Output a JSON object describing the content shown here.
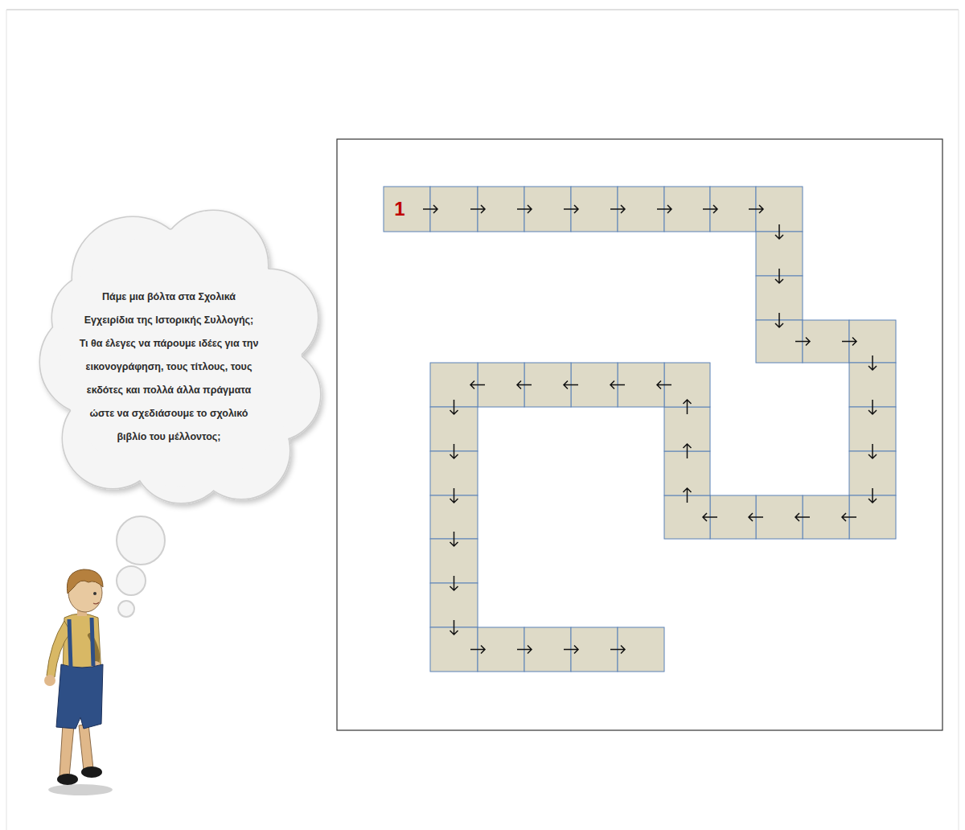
{
  "diagram": {
    "nodes": [
      {
        "text": [
          "Πάμε μια βόλτα στα Σχολικά Εγχειρίδια της Ιστορικής Συλλογής;",
          "Τι θα έλεγες να πάρουμε ιδέες για την εικονογράφηση, τους τίτλους, τους εκδότες και πολλά άλλα πράγματα ώστε να σχεδιάσουμε το σχολικό βιβλίο του μέλλοντος;"
        ]
      },
      {
        "text": [
          "1"
        ]
      }
    ]
  }
}
